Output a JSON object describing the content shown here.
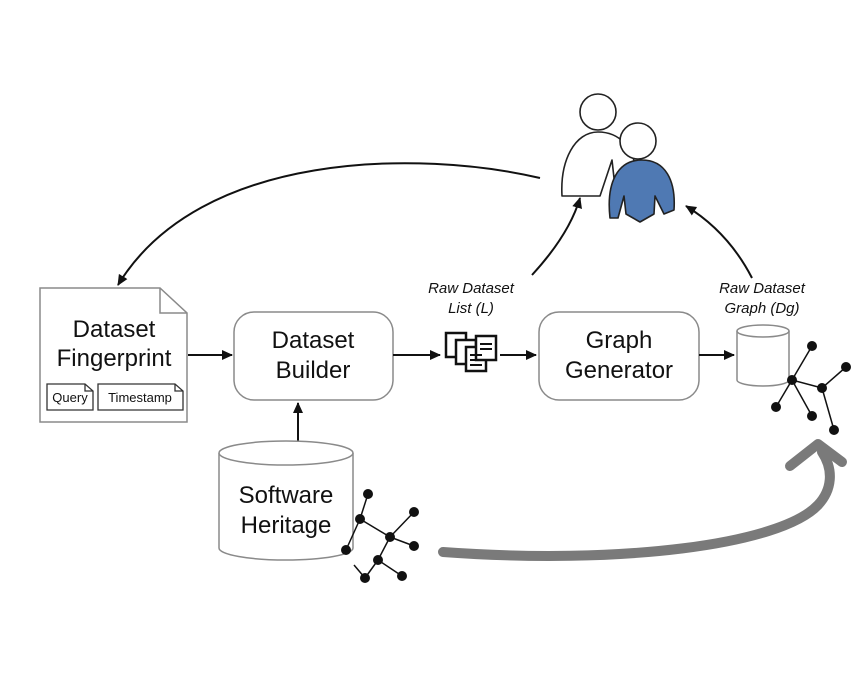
{
  "fingerprint": {
    "line1": "Dataset",
    "line2": "Fingerprint",
    "query": "Query",
    "timestamp": "Timestamp"
  },
  "builder": {
    "line1": "Dataset",
    "line2": "Builder"
  },
  "raw_list": {
    "line1": "Raw Dataset",
    "line2": "List (L)"
  },
  "generator": {
    "line1": "Graph",
    "line2": "Generator"
  },
  "raw_graph": {
    "line1": "Raw Dataset",
    "line2": "Graph (Dg)"
  },
  "heritage": {
    "line1": "Software",
    "line2": "Heritage"
  },
  "colors": {
    "person_fill": "#4f79b3",
    "feedback_arrow": "#7a7a7a",
    "outline": "#8a8a8a"
  }
}
